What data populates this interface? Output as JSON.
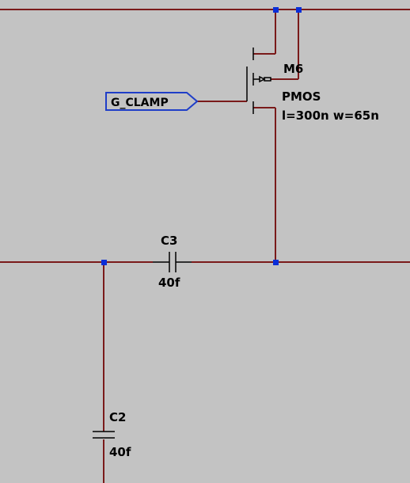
{
  "colors": {
    "background": "#c3c3c3",
    "wire": "#7a1a1a",
    "junction": "#0a2ed8",
    "flag": "#1f3ec8",
    "text": "#000000"
  },
  "components": {
    "transistor": {
      "name": "M6",
      "model": "PMOS",
      "params": "l=300n w=65n"
    },
    "capacitor_c3": {
      "name": "C3",
      "value": "40f"
    },
    "capacitor_c2": {
      "name": "C2",
      "value": "40f"
    }
  },
  "net_labels": {
    "gate": "G_CLAMP"
  }
}
